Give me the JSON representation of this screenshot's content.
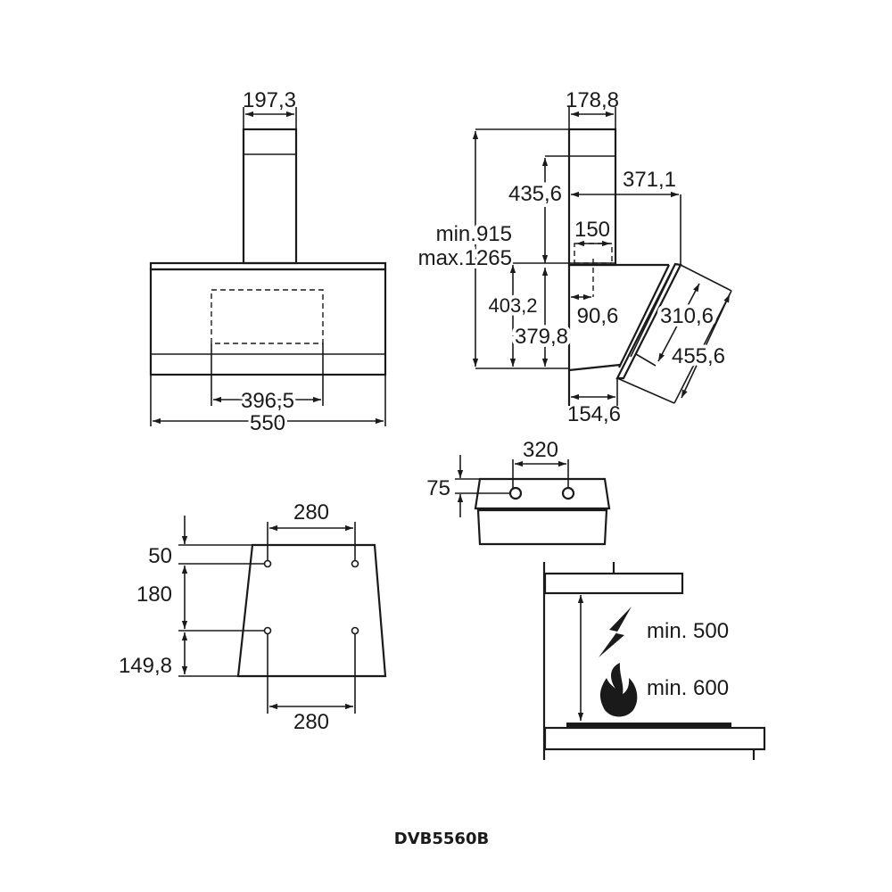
{
  "front_view": {
    "chimney_width": "197,3",
    "cutout_width": "396,5",
    "total_width": "550"
  },
  "side_view": {
    "chimney_depth": "178,8",
    "chimney_lower": "435,6",
    "total_height": [
      "min.915",
      "max.1265"
    ],
    "depth_glass": "371,1",
    "outlet_width": "150",
    "outlet_offset": "90,6",
    "hood_height": "403,2",
    "body_height": "379,8",
    "glass_inner": "310,6",
    "glass_length": "455,6",
    "bottom_depth": "154,6"
  },
  "bracket": {
    "hole_spacing": "320",
    "height": "75"
  },
  "wall_plate": {
    "top_spacing": "280",
    "top_offset": "50",
    "vertical_spacing": "180",
    "bottom_offset": "149,8",
    "bottom_spacing": "280"
  },
  "clearance": {
    "electric": "min. 500",
    "gas": "min. 600",
    "icons": [
      "lightning-icon",
      "flame-icon"
    ]
  },
  "model": "DVB5560B"
}
